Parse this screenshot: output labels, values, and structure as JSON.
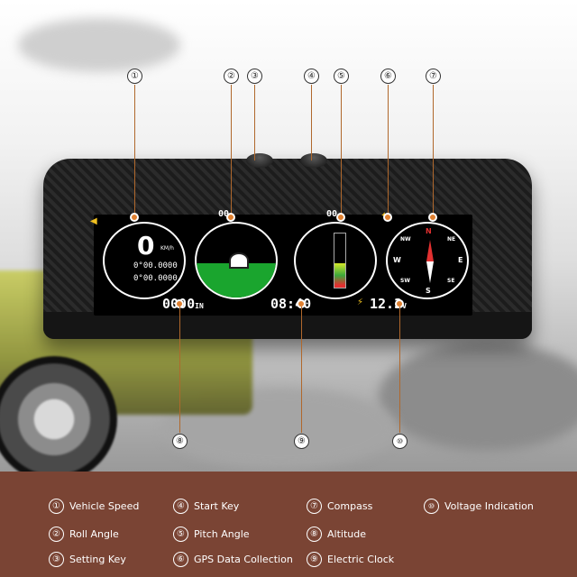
{
  "display": {
    "speed_value": "0",
    "speed_unit": "KM/h",
    "latitude": "0°00.0000",
    "longitude": "0°00.0000",
    "odometer": "0000",
    "odometer_unit": "IN",
    "roll_digits": "00",
    "pitch_digits": "00",
    "clock": "08:40",
    "voltage": "12.3",
    "voltage_unit": "V",
    "compass": {
      "n": "N",
      "s": "S",
      "e": "E",
      "w": "W",
      "nw": "NW",
      "ne": "NE",
      "sw": "SW",
      "se": "SE"
    }
  },
  "callouts": [
    "①",
    "②",
    "③",
    "④",
    "⑤",
    "⑥",
    "⑦",
    "⑧",
    "⑨",
    "⑩"
  ],
  "legend": [
    {
      "num": "①",
      "label": "Vehicle Speed"
    },
    {
      "num": "②",
      "label": "Roll Angle"
    },
    {
      "num": "③",
      "label": "Setting Key"
    },
    {
      "num": "④",
      "label": "Start Key"
    },
    {
      "num": "⑤",
      "label": "Pitch Angle"
    },
    {
      "num": "⑥",
      "label": "GPS Data Collection"
    },
    {
      "num": "⑦",
      "label": "Compass"
    },
    {
      "num": "⑧",
      "label": "Altitude"
    },
    {
      "num": "⑨",
      "label": "Electric Clock"
    },
    {
      "num": "⑩",
      "label": "Voltage Indication"
    }
  ],
  "colors": {
    "legend_bg": "#7a4434",
    "lead_line": "#b0682c",
    "dot": "#e08030",
    "roll_green": "#1aa52e",
    "warning_yellow": "#f0c020"
  }
}
